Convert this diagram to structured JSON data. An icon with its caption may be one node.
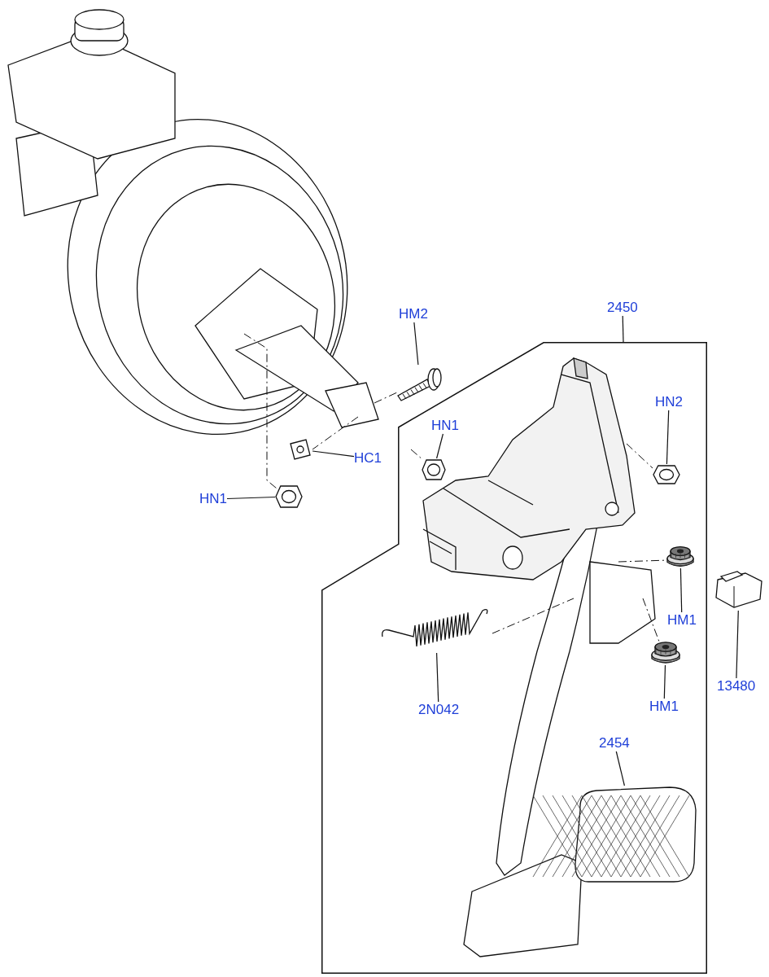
{
  "diagram": {
    "nodes": [
      {
        "text": [
          "HM2"
        ]
      },
      {
        "text": [],
        "shape": "picture"
      },
      {
        "text": [
          "HC1"
        ]
      },
      {
        "text": [],
        "shape": "picture"
      },
      {
        "text": [
          "HN1"
        ]
      },
      {
        "text": [],
        "shape": "picture"
      },
      {
        "text": [
          "2450"
        ]
      },
      {
        "text": [],
        "shape": "box"
      },
      {
        "text": [
          "HN1"
        ],
        "in": 7
      },
      {
        "text": [],
        "shape": "picture",
        "in": 7
      },
      {
        "text": [
          "HN2"
        ],
        "in": 7
      },
      {
        "text": [],
        "shape": "picture",
        "in": 7
      },
      {
        "text": [
          "HM1"
        ],
        "in": 7
      },
      {
        "text": [],
        "shape": "picture",
        "in": 7
      },
      {
        "text": [
          "HM1"
        ],
        "in": 7
      },
      {
        "text": [],
        "shape": "picture",
        "in": 7
      },
      {
        "text": [
          "2N042"
        ],
        "in": 7
      },
      {
        "text": [],
        "shape": "picture",
        "in": 7
      },
      {
        "text": [
          "2454"
        ],
        "in": 7
      },
      {
        "text": [],
        "shape": "picture",
        "in": 7
      },
      {
        "text": [
          "13480"
        ]
      },
      {
        "text": [],
        "shape": "picture"
      }
    ],
    "edges": [
      {
        "from": 0,
        "to": 1,
        "arrow": "none"
      },
      {
        "from": 2,
        "to": 3,
        "arrow": "none"
      },
      {
        "from": 4,
        "to": 5,
        "arrow": "none"
      },
      {
        "from": 6,
        "to": 7,
        "arrow": "none"
      },
      {
        "from": 8,
        "to": 9,
        "arrow": "none"
      },
      {
        "from": 10,
        "to": 11,
        "arrow": "none"
      },
      {
        "from": 12,
        "to": 13,
        "arrow": "none"
      },
      {
        "from": 14,
        "to": 15,
        "arrow": "none"
      },
      {
        "from": 16,
        "to": 17,
        "arrow": "none"
      },
      {
        "from": 18,
        "to": 19,
        "arrow": "none"
      },
      {
        "from": 20,
        "to": 21,
        "arrow": "none"
      }
    ]
  }
}
